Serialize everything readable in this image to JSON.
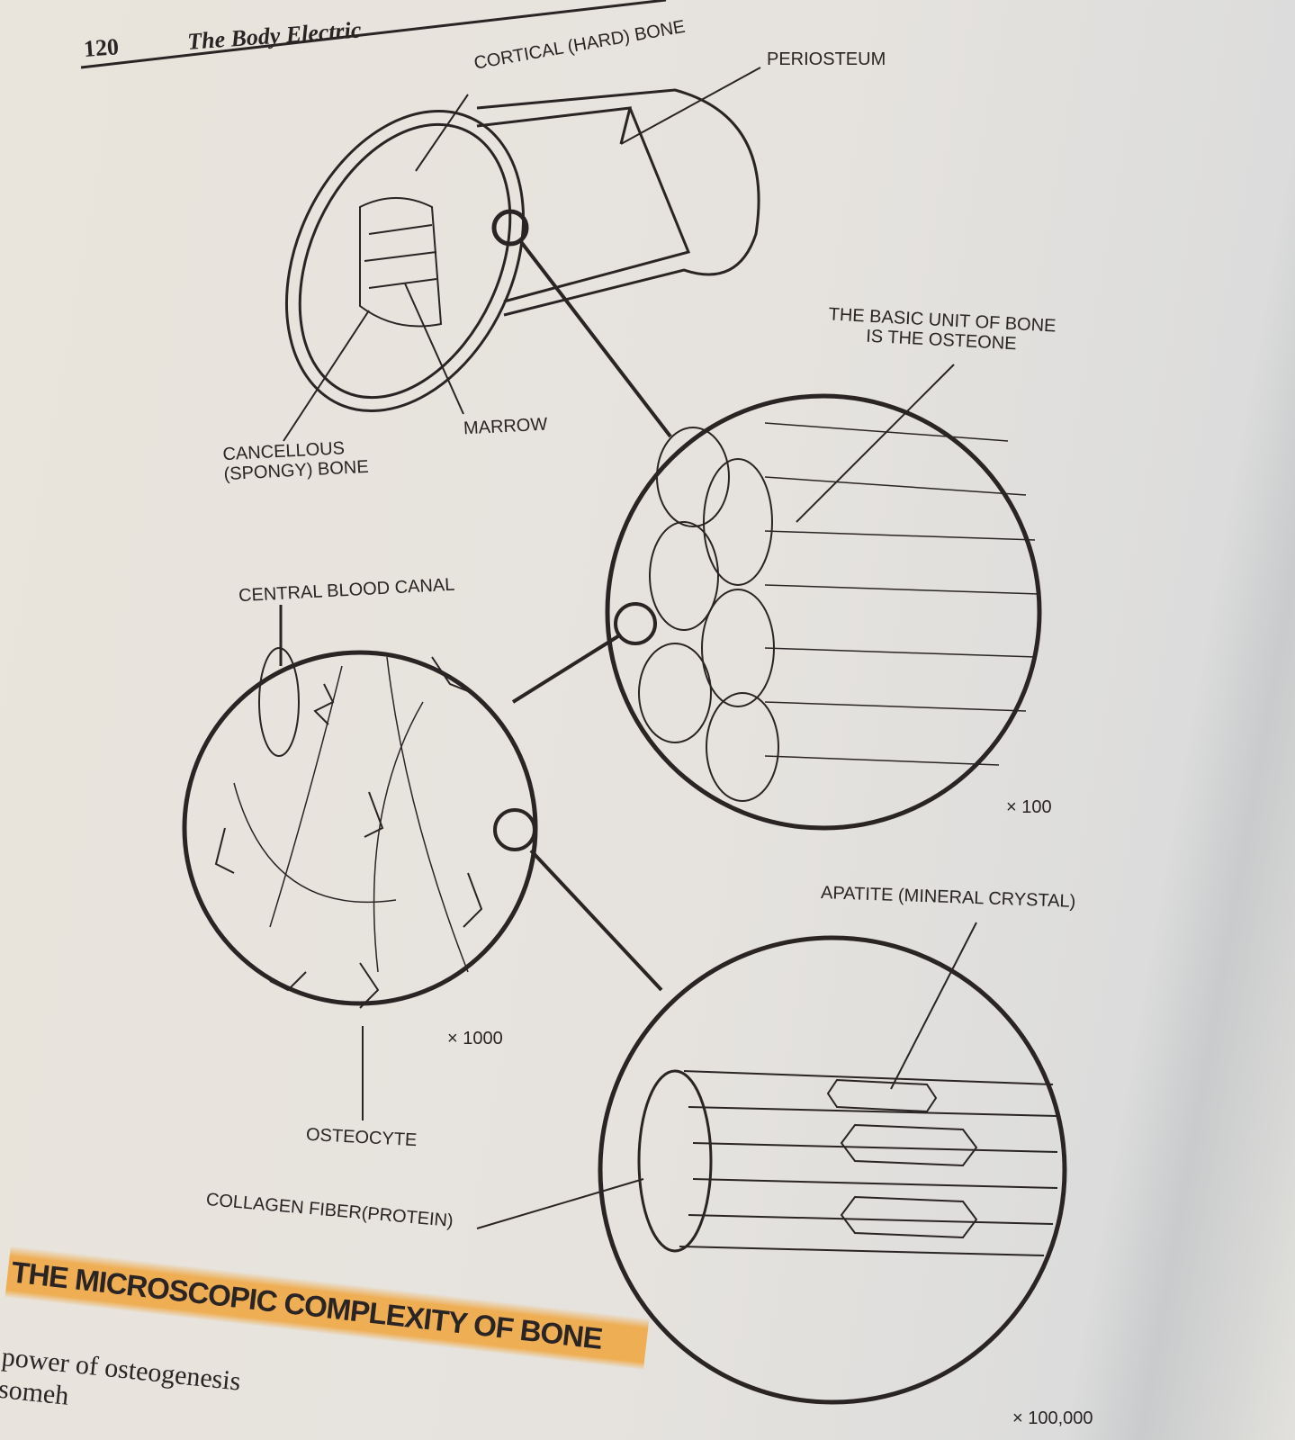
{
  "page": {
    "number": "120",
    "running_title": "The Body Electric"
  },
  "labels": {
    "cortical": "CORTICAL (HARD) BONE",
    "periosteum": "PERIOSTEUM",
    "cancellous_1": "CANCELLOUS",
    "cancellous_2": "(SPONGY) BONE",
    "marrow": "MARROW",
    "osteone_1": "THE BASIC UNIT OF BONE",
    "osteone_2": "IS THE OSTEONE",
    "mag_100": "× 100",
    "canal": "CENTRAL BLOOD CANAL",
    "mag_1000": "× 1000",
    "osteocyte": "OSTEOCYTE",
    "apatite": "APATITE (MINERAL CRYSTAL)",
    "collagen": "COLLAGEN FIBER(PROTEIN)",
    "mag_100000": "× 100,000"
  },
  "caption": "THE MICROSCOPIC COMPLEXITY OF BONE",
  "body_text": [
    "power of osteogenesis",
    "someh"
  ],
  "colors": {
    "highlight": "#f0a53c",
    "ink": "#2a2424",
    "paper": "#e7e3dc"
  }
}
